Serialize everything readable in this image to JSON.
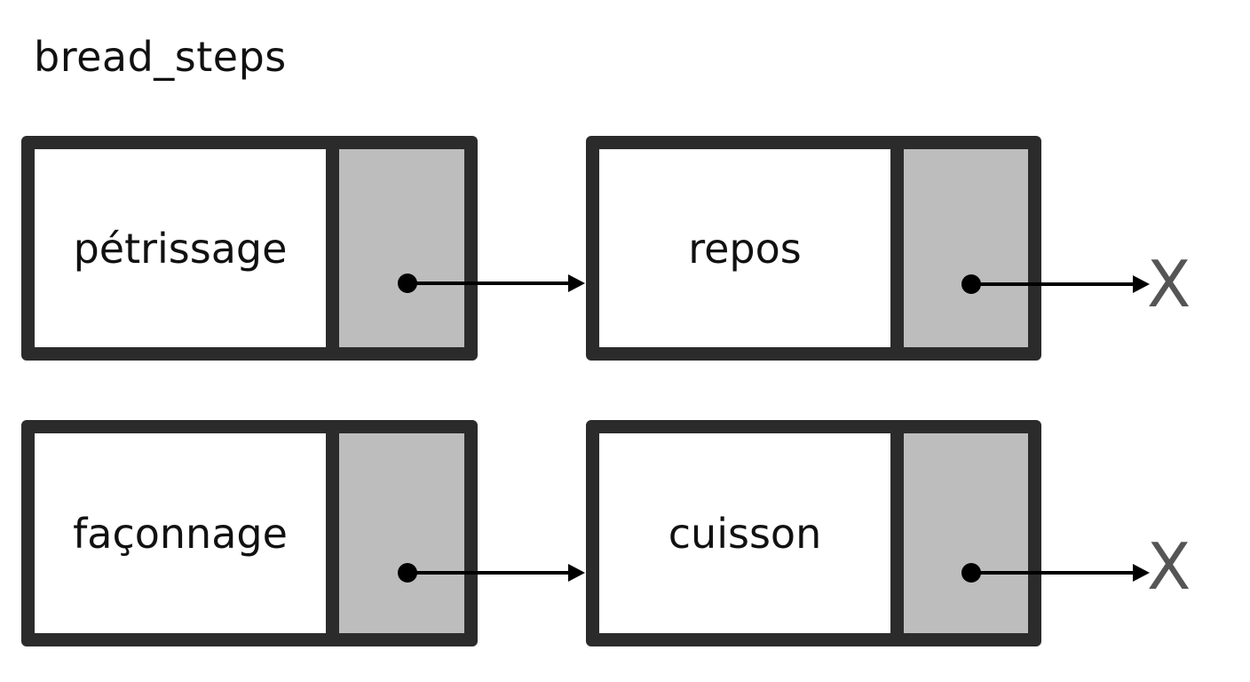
{
  "title": "bread_steps",
  "lists": [
    {
      "nodes": [
        {
          "label": "pétrissage"
        },
        {
          "label": "repos"
        }
      ],
      "terminator": "X"
    },
    {
      "nodes": [
        {
          "label": "façonnage"
        },
        {
          "label": "cuisson"
        }
      ],
      "terminator": "X"
    }
  ],
  "colors": {
    "border": "#2b2b2b",
    "pointer_cell": "#bdbdbd",
    "arrow": "#000000",
    "terminator": "#555555"
  }
}
